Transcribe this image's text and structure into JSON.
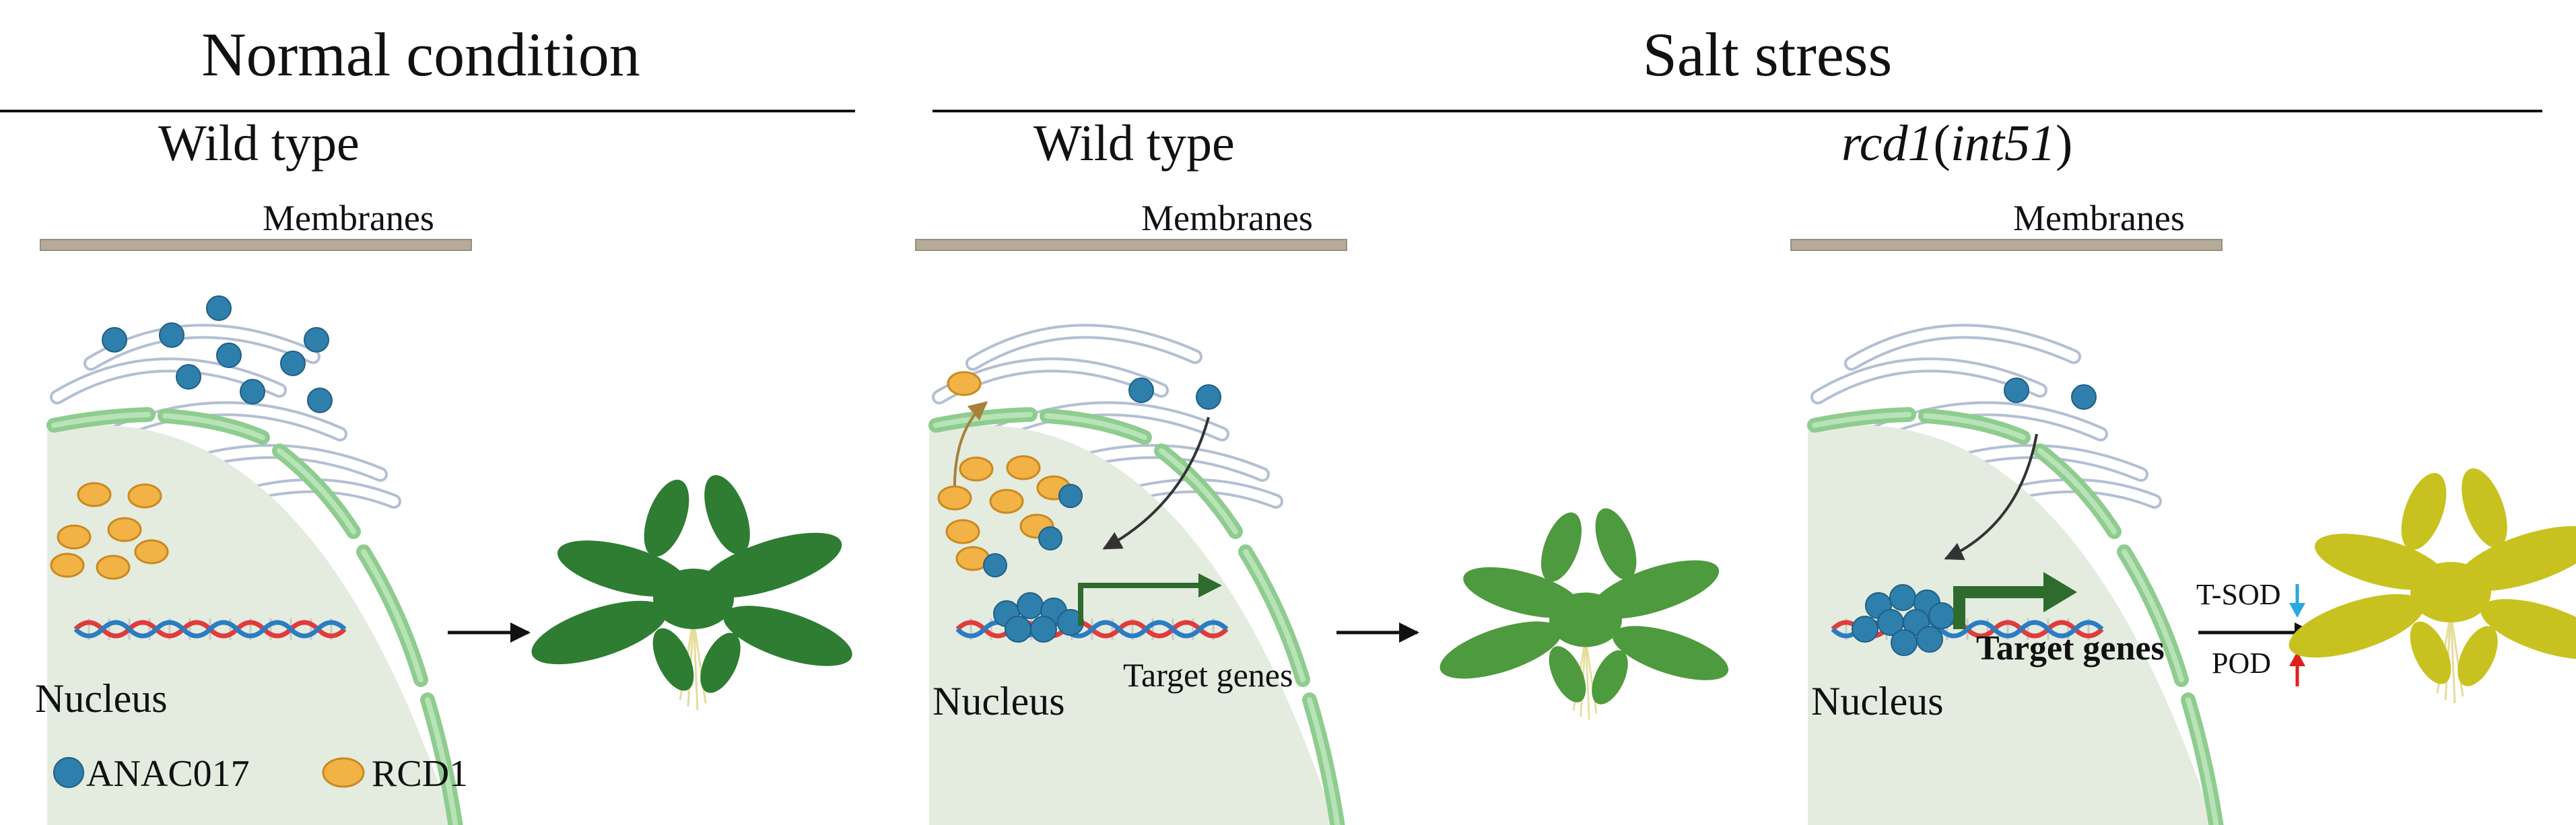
{
  "headers": {
    "normal": "Normal condition",
    "salt": "Salt stress"
  },
  "panels": {
    "p1": {
      "title": "Wild type",
      "membrane": "Membranes",
      "nucleus": "Nucleus"
    },
    "p2": {
      "title": "Wild type",
      "membrane": "Membranes",
      "nucleus": "Nucleus",
      "target": "Target genes"
    },
    "p3": {
      "title_prefix": "rcd1",
      "title_open": "(",
      "title_allele": "int51",
      "title_close": ")",
      "membrane": "Membranes",
      "nucleus": "Nucleus",
      "target": "Target genes",
      "enzyme_1": "T-SOD",
      "enzyme_2": "POD"
    }
  },
  "legend": {
    "anac": "ANAC017",
    "rcd": "RCD1"
  },
  "colors": {
    "anac017": "#2f7fad",
    "rcd1": "#f2b245",
    "nucleus_fill": "#e3ecdf",
    "nucleus_envelope": "#8fcc8f",
    "er_outline": "#b3bfd3",
    "membrane": "#b6ab98",
    "dna_red": "#e13b3b",
    "dna_blue": "#2b7dc2",
    "arrow_green": "#2f6b2f",
    "plant_healthy": "#2e7d32",
    "plant_stressed": "#c8c220",
    "down_arrow": "#29a9e0",
    "up_arrow": "#e0201e"
  }
}
